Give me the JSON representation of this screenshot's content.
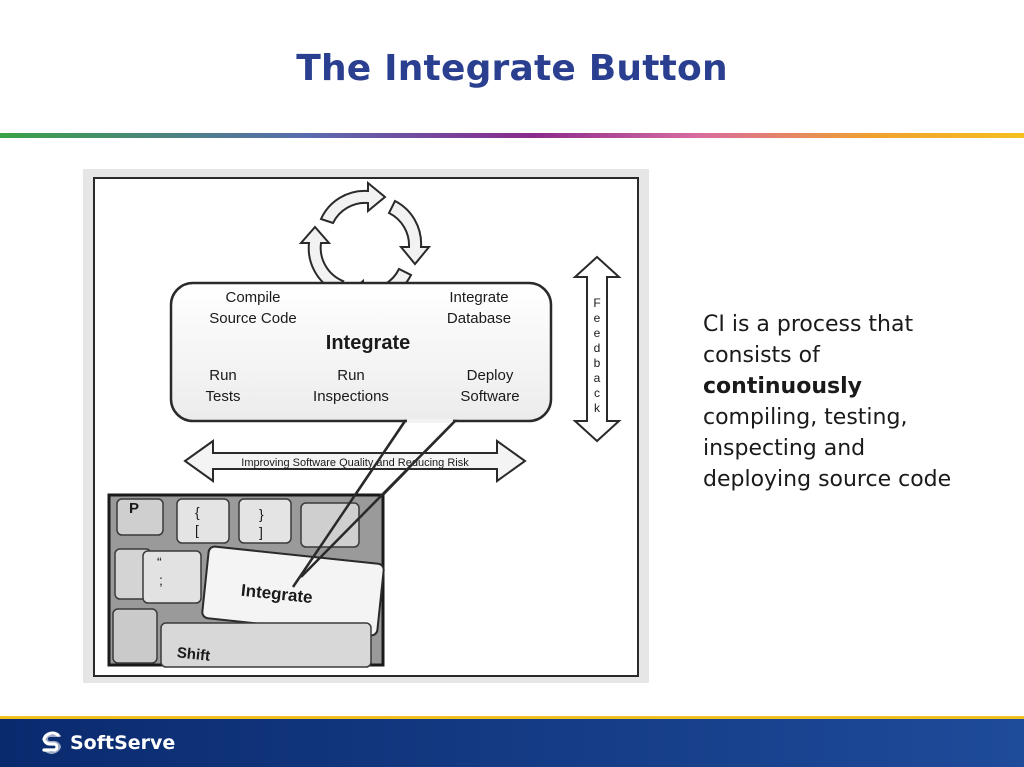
{
  "slide": {
    "title": "The Integrate Button"
  },
  "figure": {
    "compile": [
      "Compile",
      "Source Code"
    ],
    "integrate_db": [
      "Integrate",
      "Database"
    ],
    "center": "Integrate",
    "run_tests": [
      "Run",
      "Tests"
    ],
    "run_inspections": [
      "Run",
      "Inspections"
    ],
    "deploy": [
      "Deploy",
      "Software"
    ],
    "feedback": [
      "F",
      "e",
      "e",
      "d",
      "b",
      "a",
      "c",
      "k"
    ],
    "arrow_label": "Improving Software Quality and Reducing Risk",
    "key_label": "Integrate",
    "shift_label": "Shift",
    "key_p": "P",
    "key_brace_open": [
      "{",
      "["
    ],
    "key_brace_close": [
      "}",
      "]"
    ],
    "key_quote": [
      "“",
      ";"
    ]
  },
  "description": {
    "line1": "CI is a process that",
    "line2": "consists of",
    "line3": "continuously",
    "line4": "compiling, testing,",
    "line5": "inspecting and",
    "line6": "deploying source code"
  },
  "footer": {
    "brand": "SoftServe"
  },
  "colors": {
    "title": "#2a3f8f",
    "footer": "#0a2a6e",
    "accent": "#f0c020"
  }
}
